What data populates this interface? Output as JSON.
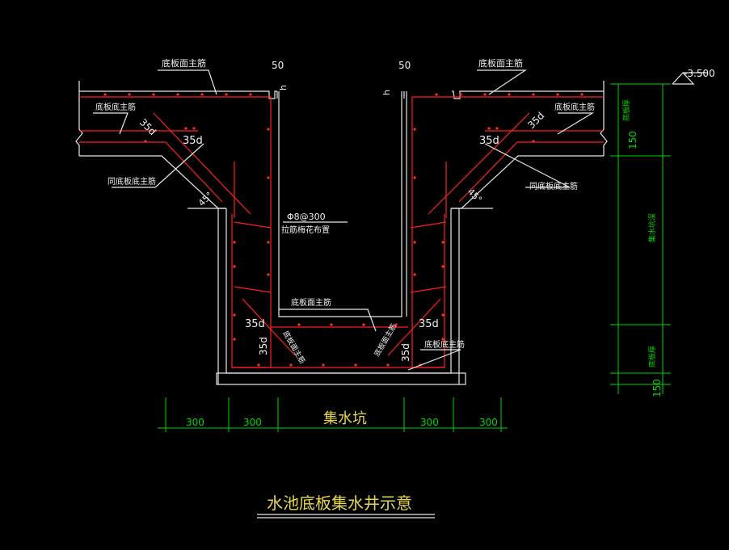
{
  "labels": {
    "top_main_bar_left": "底板面主筋",
    "top_main_bar_right": "底板面主筋",
    "bottom_main_bar_left": "底板底主筋",
    "bottom_main_bar_right": "底板底主筋",
    "same_bottom_bar_left": "同底板底主筋",
    "same_bottom_bar_right": "同底板底主筋",
    "tie_bar_spec": "Φ8@300",
    "tie_bar_note": "拉筋梅花布置",
    "pit_top_main_bar": "底板面主筋",
    "pit_diag_left": "底板面主筋",
    "pit_diag_right": "底板面主筋",
    "pit_bottom_main_bar": "底板底主筋",
    "anchor_35d": "35d",
    "angle_45": "45°",
    "dim_50": "50",
    "dim_h_left": "h",
    "dim_h_right": "h",
    "pit_name": "集水坑",
    "title": "水池底板集水井示意"
  },
  "dimensions": {
    "bottom_row": [
      "300",
      "300",
      "300",
      "300"
    ],
    "elevation": "-3.500",
    "right_dims": [
      "150",
      "150"
    ],
    "right_labels": [
      "底板厚",
      "集水坑深",
      "底板厚"
    ]
  },
  "colors": {
    "structure": "#e8e8e8",
    "rebar": "#ff2020",
    "dimension": "#00d800",
    "title": "#e6d84a",
    "background": "#000000"
  }
}
